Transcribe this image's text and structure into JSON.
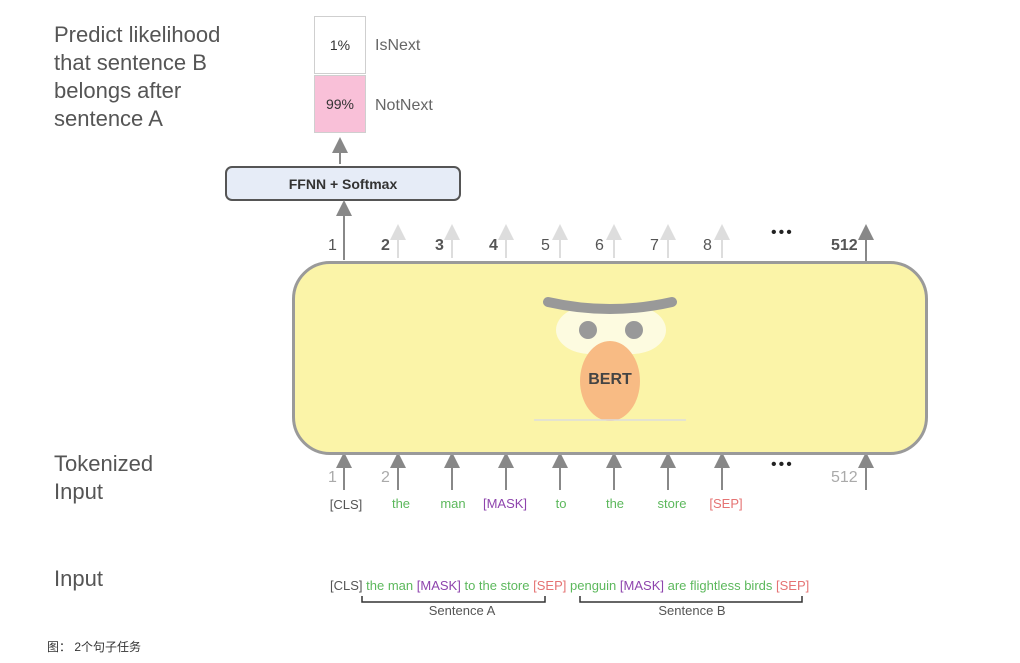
{
  "labels": {
    "predict": [
      "Predict likelihood",
      "that sentence B",
      "belongs after",
      "sentence A"
    ],
    "tokenized": [
      "Tokenized",
      "Input"
    ],
    "input": "Input"
  },
  "output": {
    "isnext_prob": "1%",
    "isnext_label": "IsNext",
    "notnext_prob": "99%",
    "notnext_label": "NotNext"
  },
  "ffnn_label": "FFNN + Softmax",
  "bert_label": "BERT",
  "output_positions": [
    "1",
    "2",
    "3",
    "4",
    "5",
    "6",
    "7",
    "8",
    "512"
  ],
  "input_positions": [
    "1",
    "2",
    "512"
  ],
  "ellipsis": "•••",
  "tokens": [
    {
      "text": "[CLS]",
      "color": "#555555"
    },
    {
      "text": "the",
      "color": "#5cb85c"
    },
    {
      "text": "man",
      "color": "#5cb85c"
    },
    {
      "text": "[MASK]",
      "color": "#8e44ad"
    },
    {
      "text": "to",
      "color": "#5cb85c"
    },
    {
      "text": "the",
      "color": "#5cb85c"
    },
    {
      "text": "store",
      "color": "#5cb85c"
    },
    {
      "text": "[SEP]",
      "color": "#e57373"
    }
  ],
  "input_sentence": [
    {
      "text": "[CLS]",
      "color": "#555555"
    },
    {
      "text": "the man",
      "color": "#5cb85c"
    },
    {
      "text": "[MASK]",
      "color": "#8e44ad"
    },
    {
      "text": "to the store",
      "color": "#5cb85c"
    },
    {
      "text": "[SEP]",
      "color": "#e57373"
    },
    {
      "text": "penguin",
      "color": "#5cb85c"
    },
    {
      "text": "[MASK]",
      "color": "#8e44ad"
    },
    {
      "text": "are flightless birds",
      "color": "#5cb85c"
    },
    {
      "text": "[SEP]",
      "color": "#e57373"
    }
  ],
  "sentence_a_label": "Sentence A",
  "sentence_b_label": "Sentence B",
  "caption": "图： 2个句子任务",
  "colors": {
    "notnext_fill": "#f9c0d8",
    "bert_fill": "#fbf4a8",
    "ffnn_fill": "#e6ecf7",
    "face_beak": "#f8bb84"
  }
}
